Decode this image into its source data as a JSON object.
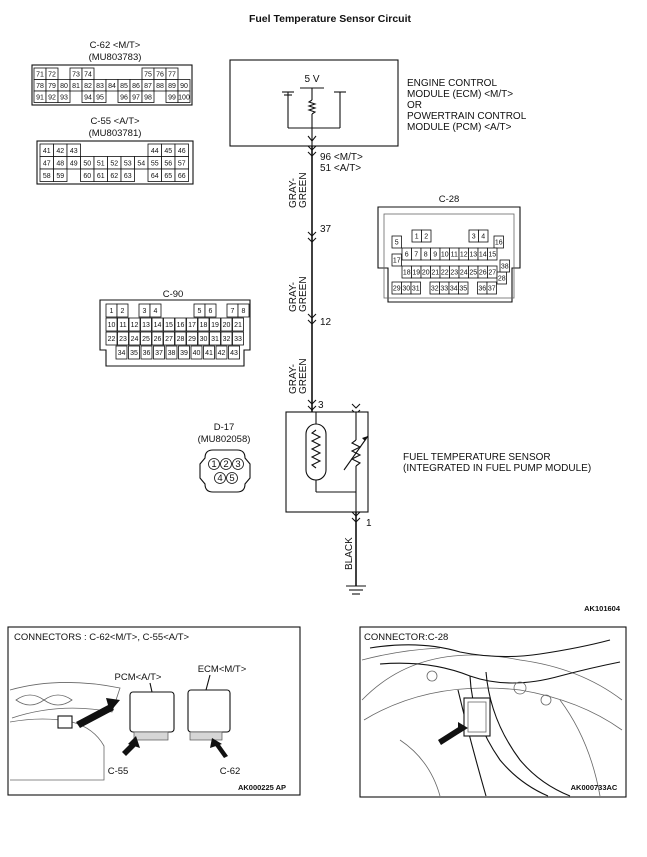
{
  "title": "Fuel Temperature Sensor Circuit",
  "connectors": {
    "c62": {
      "name": "C-62 <M/T>",
      "part": "(MU803783)",
      "rows": [
        [
          "71",
          "72",
          "",
          "73",
          "74",
          "",
          "",
          "",
          "",
          "75",
          "76",
          "77"
        ],
        [
          "78",
          "79",
          "80",
          "81",
          "82",
          "83",
          "84",
          "85",
          "86",
          "87",
          "88",
          "89",
          "90"
        ],
        [
          "91",
          "92",
          "93",
          "",
          "94",
          "95",
          "",
          "96",
          "97",
          "98",
          "",
          "99",
          "100"
        ]
      ]
    },
    "c55": {
      "name": "C-55 <A/T>",
      "part": "(MU803781)",
      "rows": [
        [
          "41",
          "42",
          "43",
          "",
          "",
          "",
          "",
          "",
          "44",
          "45",
          "46"
        ],
        [
          "47",
          "48",
          "49",
          "50",
          "51",
          "52",
          "53",
          "54",
          "55",
          "56",
          "57"
        ],
        [
          "58",
          "59",
          "",
          "60",
          "61",
          "62",
          "63",
          "",
          "64",
          "65",
          "66"
        ]
      ]
    },
    "c28": {
      "name": "C-28",
      "row1": [
        "1",
        "2",
        "",
        "",
        "",
        "",
        "3",
        "4"
      ],
      "row1_right": "16",
      "row2_left": "5",
      "row2": [
        "6",
        "7",
        "8",
        "9",
        "10",
        "11",
        "12",
        "13",
        "14",
        "15"
      ],
      "row2_left2": "17",
      "row3": [
        "18",
        "19",
        "20",
        "21",
        "22",
        "23",
        "24",
        "25",
        "26",
        "27"
      ],
      "row3_right": "28",
      "row4": [
        "29",
        "30",
        "31",
        "",
        "32",
        "33",
        "34",
        "35",
        "",
        "36",
        "37"
      ],
      "row4_right": "38"
    },
    "c90": {
      "name": "C-90",
      "row1": [
        "1",
        "2",
        "",
        "3",
        "4",
        "",
        "",
        "",
        "5",
        "6",
        "",
        "7",
        "8"
      ],
      "row2": [
        "10",
        "11",
        "12",
        "13",
        "14",
        "15",
        "16",
        "17",
        "18",
        "19",
        "20",
        "21"
      ],
      "row3": [
        "22",
        "23",
        "24",
        "25",
        "26",
        "27",
        "28",
        "29",
        "30",
        "31",
        "32",
        "33"
      ],
      "row4": [
        "34",
        "35",
        "36",
        "37",
        "38",
        "39",
        "40",
        "41",
        "42",
        "43"
      ]
    },
    "d17": {
      "name": "D-17",
      "part": "(MU802058)",
      "pins": [
        "1",
        "2",
        "3",
        "4",
        "5"
      ]
    }
  },
  "ecm": {
    "voltage": "5 V",
    "label_lines": [
      "ENGINE CONTROL",
      "MODULE (ECM) <M/T>",
      "OR",
      "POWERTRAIN CONTROL",
      "MODULE (PCM) <A/T>"
    ],
    "pin_mt": "96 <M/T>",
    "pin_at": "51 <A/T>"
  },
  "wire": {
    "color_segments": [
      [
        "GRAY-",
        "GREEN"
      ],
      [
        "GRAY-",
        "GREEN"
      ],
      [
        "GRAY-",
        "GREEN"
      ]
    ],
    "junction_pins": [
      "37",
      "12",
      "3"
    ],
    "ground_color": "BLACK",
    "ground_pin": "1"
  },
  "sensor": {
    "label_lines": [
      "FUEL TEMPERATURE SENSOR",
      "(INTEGRATED IN FUEL PUMP MODULE)"
    ]
  },
  "figure_code": "AK101604",
  "bottom_left": {
    "title": "CONNECTORS : C-62<M/T>, C-55<A/T>",
    "pcm_label": "PCM<A/T>",
    "ecm_label": "ECM<M/T>",
    "c55_label": "C-55",
    "c62_label": "C-62",
    "code": "AK000225 AP"
  },
  "bottom_right": {
    "title": "CONNECTOR:C-28",
    "code": "AK000733AC"
  }
}
